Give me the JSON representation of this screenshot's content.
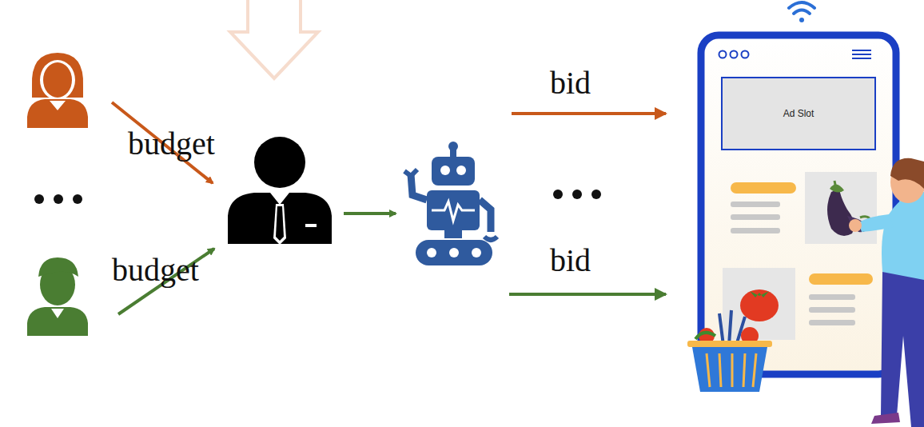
{
  "diagram": {
    "nodes": [
      {
        "text": [
          "Ad Slot"
        ]
      }
    ],
    "labels": [
      "budget",
      "budget",
      "bid",
      "bid"
    ]
  }
}
